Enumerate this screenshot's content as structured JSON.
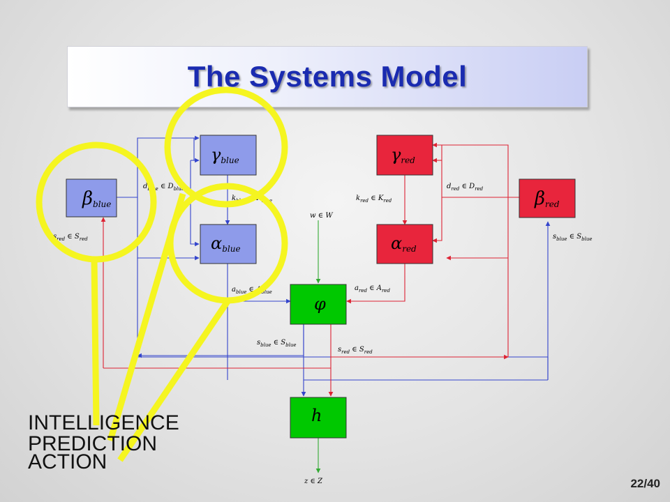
{
  "slide": {
    "title": "The Systems Model",
    "page_number": "22/40",
    "footer_labels": [
      "INTELLIGENCE",
      "PREDICTION",
      "ACTION"
    ]
  },
  "boxes": {
    "beta_blue": {
      "symbol": "β",
      "subscript": "blue"
    },
    "gamma_blue": {
      "symbol": "γ",
      "subscript": "blue"
    },
    "alpha_blue": {
      "symbol": "α",
      "subscript": "blue"
    },
    "gamma_red": {
      "symbol": "γ",
      "subscript": "red"
    },
    "alpha_red": {
      "symbol": "α",
      "subscript": "red"
    },
    "beta_red": {
      "symbol": "β",
      "subscript": "red"
    },
    "phi": {
      "symbol": "φ",
      "subscript": ""
    },
    "h": {
      "symbol": "h",
      "subscript": ""
    }
  },
  "edge_labels": {
    "d_blue": {
      "var": "d",
      "sub": "blue",
      "rel": " ∈ ",
      "set": "D",
      "setsub": "blue"
    },
    "k_blue": {
      "var": "k",
      "sub": "blue",
      "rel": " ∈ ",
      "set": "K",
      "setsub": "blue"
    },
    "s_red_left": {
      "var": "s",
      "sub": "red",
      "rel": " ∈ ",
      "set": "S",
      "setsub": "red"
    },
    "a_blue": {
      "var": "a",
      "sub": "blue",
      "rel": " ∈ ",
      "set": "A",
      "setsub": "blue"
    },
    "w": {
      "var": "w",
      "sub": "",
      "rel": " ∈ ",
      "set": "W",
      "setsub": ""
    },
    "k_red": {
      "var": "k",
      "sub": "red",
      "rel": " ∈ ",
      "set": "K",
      "setsub": "red"
    },
    "d_red": {
      "var": "d",
      "sub": "red",
      "rel": " ∈ ",
      "set": "D",
      "setsub": "red"
    },
    "s_blue_right": {
      "var": "s",
      "sub": "blue",
      "rel": " ∈ ",
      "set": "S",
      "setsub": "blue"
    },
    "a_red": {
      "var": "a",
      "sub": "red",
      "rel": " ∈ ",
      "set": "A",
      "setsub": "red"
    },
    "s_blue_mid": {
      "var": "s",
      "sub": "blue",
      "rel": " ∈ ",
      "set": "S",
      "setsub": "blue"
    },
    "s_red_mid": {
      "var": "s",
      "sub": "red",
      "rel": " ∈ ",
      "set": "S",
      "setsub": "red"
    },
    "z": {
      "var": "z",
      "sub": "",
      "rel": " ∈ ",
      "set": "Z",
      "setsub": ""
    }
  },
  "colors": {
    "blue_box": "#8e9bea",
    "red_box": "#e8253c",
    "green_box": "#00c800",
    "blue_line": "#3344cc",
    "red_line": "#dd2233",
    "green_line": "#33aa33",
    "highlight": "#f5f520"
  }
}
